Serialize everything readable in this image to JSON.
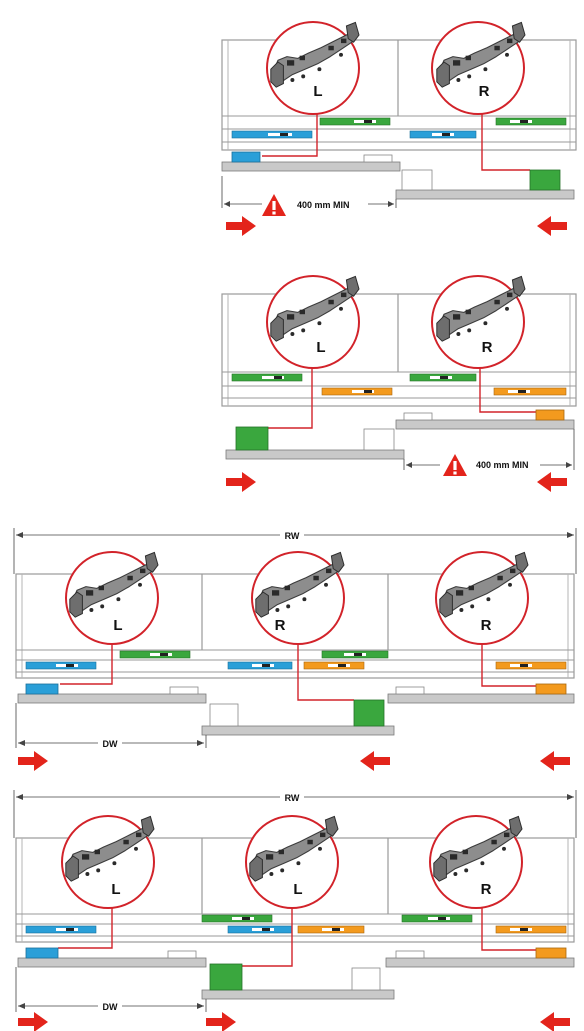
{
  "labels": {
    "left": "L",
    "right": "R",
    "min_distance": "400 mm MIN",
    "rail_width": "RW",
    "door_width": "DW"
  },
  "icons": {
    "warning": "warning-triangle-icon",
    "arrow_right": "arrow-right-icon",
    "arrow_left": "arrow-left-icon"
  },
  "colors": {
    "circle_red": "#d2232a",
    "blue_stopper": "#2a9fd8",
    "green_stopper": "#3aa73e",
    "orange_stopper": "#f39a1e",
    "arrow_red": "#e3241b",
    "door_gray": "#c9c9c9"
  },
  "panels": [
    {
      "id": "two-door-variant-a",
      "circle_labels": [
        "L",
        "R"
      ],
      "track_stoppers": [
        "blue",
        "green",
        "blue",
        "green"
      ],
      "door_stoppers": [
        "blue",
        "green"
      ],
      "has_warning": true,
      "min_distance": "400 mm MIN",
      "arrows": [
        "right",
        "left"
      ]
    },
    {
      "id": "two-door-variant-b",
      "circle_labels": [
        "L",
        "R"
      ],
      "track_stoppers": [
        "green",
        "orange",
        "green",
        "orange"
      ],
      "door_stoppers": [
        "green",
        "orange"
      ],
      "has_warning": true,
      "min_distance": "400 mm MIN",
      "arrows": [
        "right",
        "left"
      ]
    },
    {
      "id": "three-door-lrr",
      "circle_labels": [
        "L",
        "R",
        "R"
      ],
      "track_stoppers": [
        "blue",
        "green",
        "blue",
        "orange",
        "green",
        "orange"
      ],
      "door_stoppers": [
        "blue",
        "green",
        "orange"
      ],
      "rail_label": "RW",
      "door_label": "DW",
      "arrows": [
        "right",
        "left",
        "left"
      ]
    },
    {
      "id": "three-door-llr",
      "circle_labels": [
        "L",
        "L",
        "R"
      ],
      "track_stoppers": [
        "blue",
        "green",
        "blue",
        "orange",
        "green",
        "orange"
      ],
      "door_stoppers": [
        "blue",
        "green",
        "orange"
      ],
      "rail_label": "RW",
      "door_label": "DW",
      "arrows": [
        "right",
        "right",
        "left"
      ]
    }
  ]
}
